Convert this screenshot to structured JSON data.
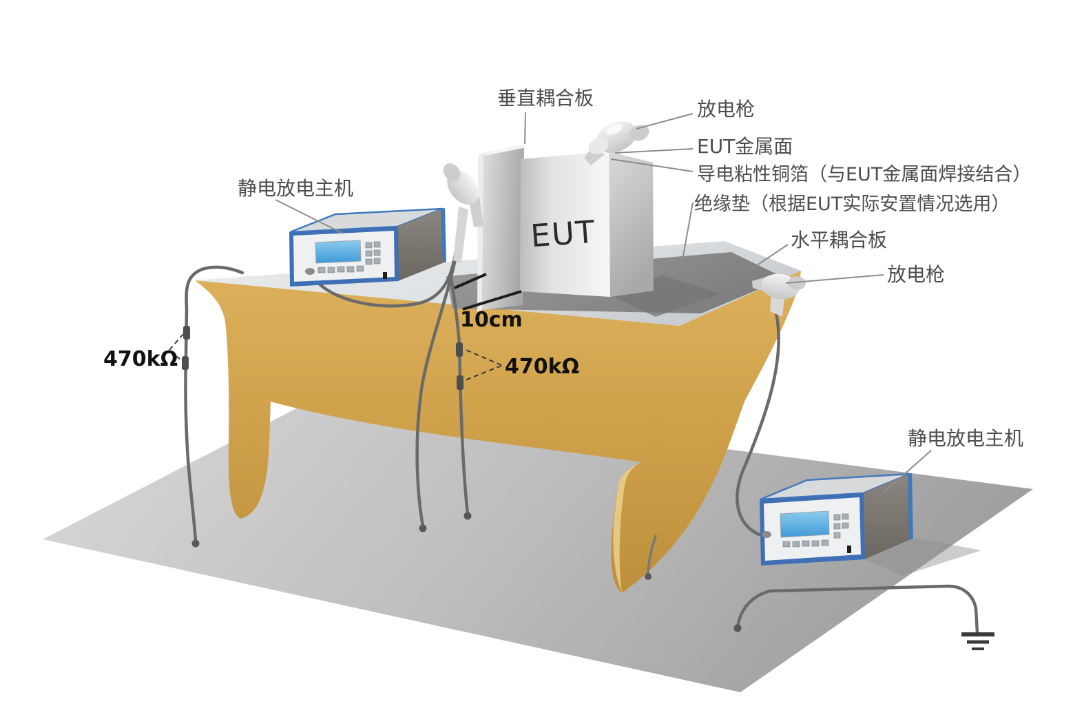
{
  "diagram": {
    "type": "esd-immunity-test-setup-illustration",
    "labels": {
      "vertical_coupling_plate": "垂直耦合板",
      "discharge_gun_top": "放电枪",
      "eut_metal_surface": "EUT金属面",
      "conductive_copper_foil": "导电粘性铜箔（与EUT金属面焊接结合）",
      "insulation_pad": "绝缘垫（根据EUT实际安置情况选用）",
      "horizontal_coupling_plate": "水平耦合板",
      "discharge_gun_right": "放电枪",
      "esd_generator_table": "静电放电主机",
      "esd_generator_floor": "静电放电主机",
      "resistor_left": "470kΩ",
      "resistor_middle": "470kΩ",
      "distance_gap": "10cm",
      "eut": "EUT"
    },
    "colors": {
      "table_gold": "#CFA047",
      "table_gold_light": "#E9BE67",
      "floor_gray_light": "#D8D8D8",
      "floor_gray_dark": "#A2A2A2",
      "coupling_plate_gray": "#8F8F8F",
      "device_frame_blue": "#3F6FB5",
      "device_screen_blue": "#54A9E0",
      "cable_gray": "#6A6A6A",
      "label_text": "#4D4D4D",
      "annotation_text": "#111111"
    }
  }
}
